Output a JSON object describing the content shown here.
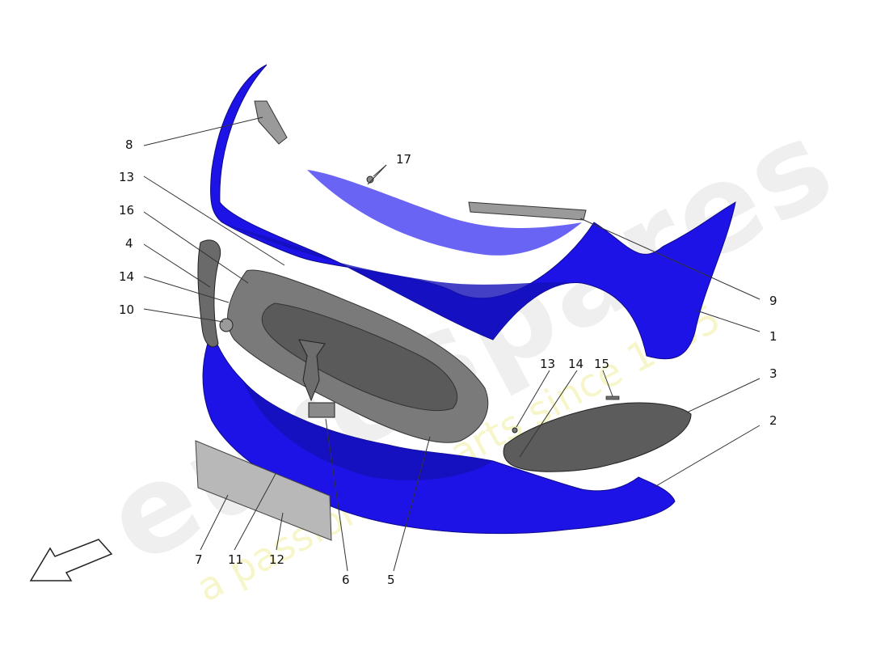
{
  "watermark": {
    "brand": "eurospares",
    "tagline": "a passion for parts since 1985"
  },
  "callouts": [
    {
      "id": "c1",
      "label": "1"
    },
    {
      "id": "c2",
      "label": "2"
    },
    {
      "id": "c3",
      "label": "3"
    },
    {
      "id": "c4",
      "label": "4"
    },
    {
      "id": "c5",
      "label": "5"
    },
    {
      "id": "c6",
      "label": "6"
    },
    {
      "id": "c7",
      "label": "7"
    },
    {
      "id": "c8",
      "label": "8"
    },
    {
      "id": "c9",
      "label": "9"
    },
    {
      "id": "c10",
      "label": "10"
    },
    {
      "id": "c11",
      "label": "11"
    },
    {
      "id": "c12",
      "label": "12"
    },
    {
      "id": "c13a",
      "label": "13"
    },
    {
      "id": "c13b",
      "label": "13"
    },
    {
      "id": "c14a",
      "label": "14"
    },
    {
      "id": "c14b",
      "label": "14"
    },
    {
      "id": "c15",
      "label": "15"
    },
    {
      "id": "c16",
      "label": "16"
    },
    {
      "id": "c17",
      "label": "17"
    }
  ],
  "colors": {
    "bumper_blue": "#1d13e6",
    "bumper_shade": "#1410b8",
    "part_gray": "#7a7a7a",
    "part_dark": "#4d4d4d",
    "plate_gray": "#b8b8b8",
    "watermark": "#d9d9d9",
    "watermark_tagline": "#f2f0a0"
  },
  "icons": {
    "direction_arrow": "arrow-down-left-icon"
  }
}
